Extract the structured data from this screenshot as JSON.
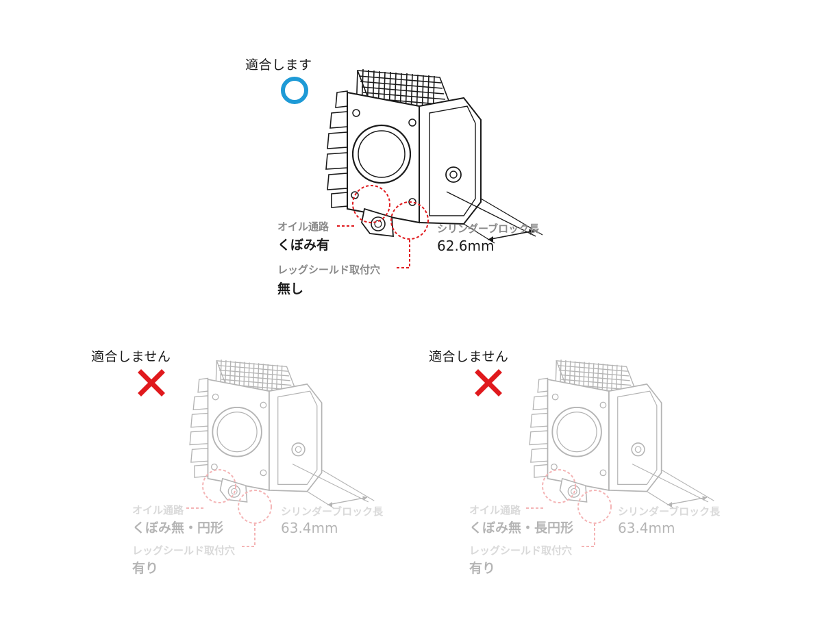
{
  "panels": [
    {
      "id": "fits",
      "verdict": "適合します",
      "mark_icon": "circle-ok-icon",
      "mark_color": "#1e9ad6",
      "oil_label": "オイル通路",
      "oil_value": "くぼみ有",
      "length_label": "シリンダーブロック長",
      "length_value": "62.6mm",
      "shield_label": "レッグシールド取付穴",
      "shield_value": "無し"
    },
    {
      "id": "not-fit-round",
      "verdict": "適合しません",
      "mark_icon": "cross-ng-icon",
      "mark_color": "#e0191d",
      "oil_label": "オイル通路",
      "oil_value": "くぼみ無・円形",
      "length_label": "シリンダーブロック長",
      "length_value": "63.4mm",
      "shield_label": "レッグシールド取付穴",
      "shield_value": "有り"
    },
    {
      "id": "not-fit-oval",
      "verdict": "適合しません",
      "mark_icon": "cross-ng-icon",
      "mark_color": "#e0191d",
      "oil_label": "オイル通路",
      "oil_value": "くぼみ無・長円形",
      "length_label": "シリンダーブロック長",
      "length_value": "63.4mm",
      "shield_label": "レッグシールド取付穴",
      "shield_value": "有り"
    }
  ],
  "colors": {
    "callout_red": "#e0191d",
    "line_dark": "#1a1a1a"
  }
}
